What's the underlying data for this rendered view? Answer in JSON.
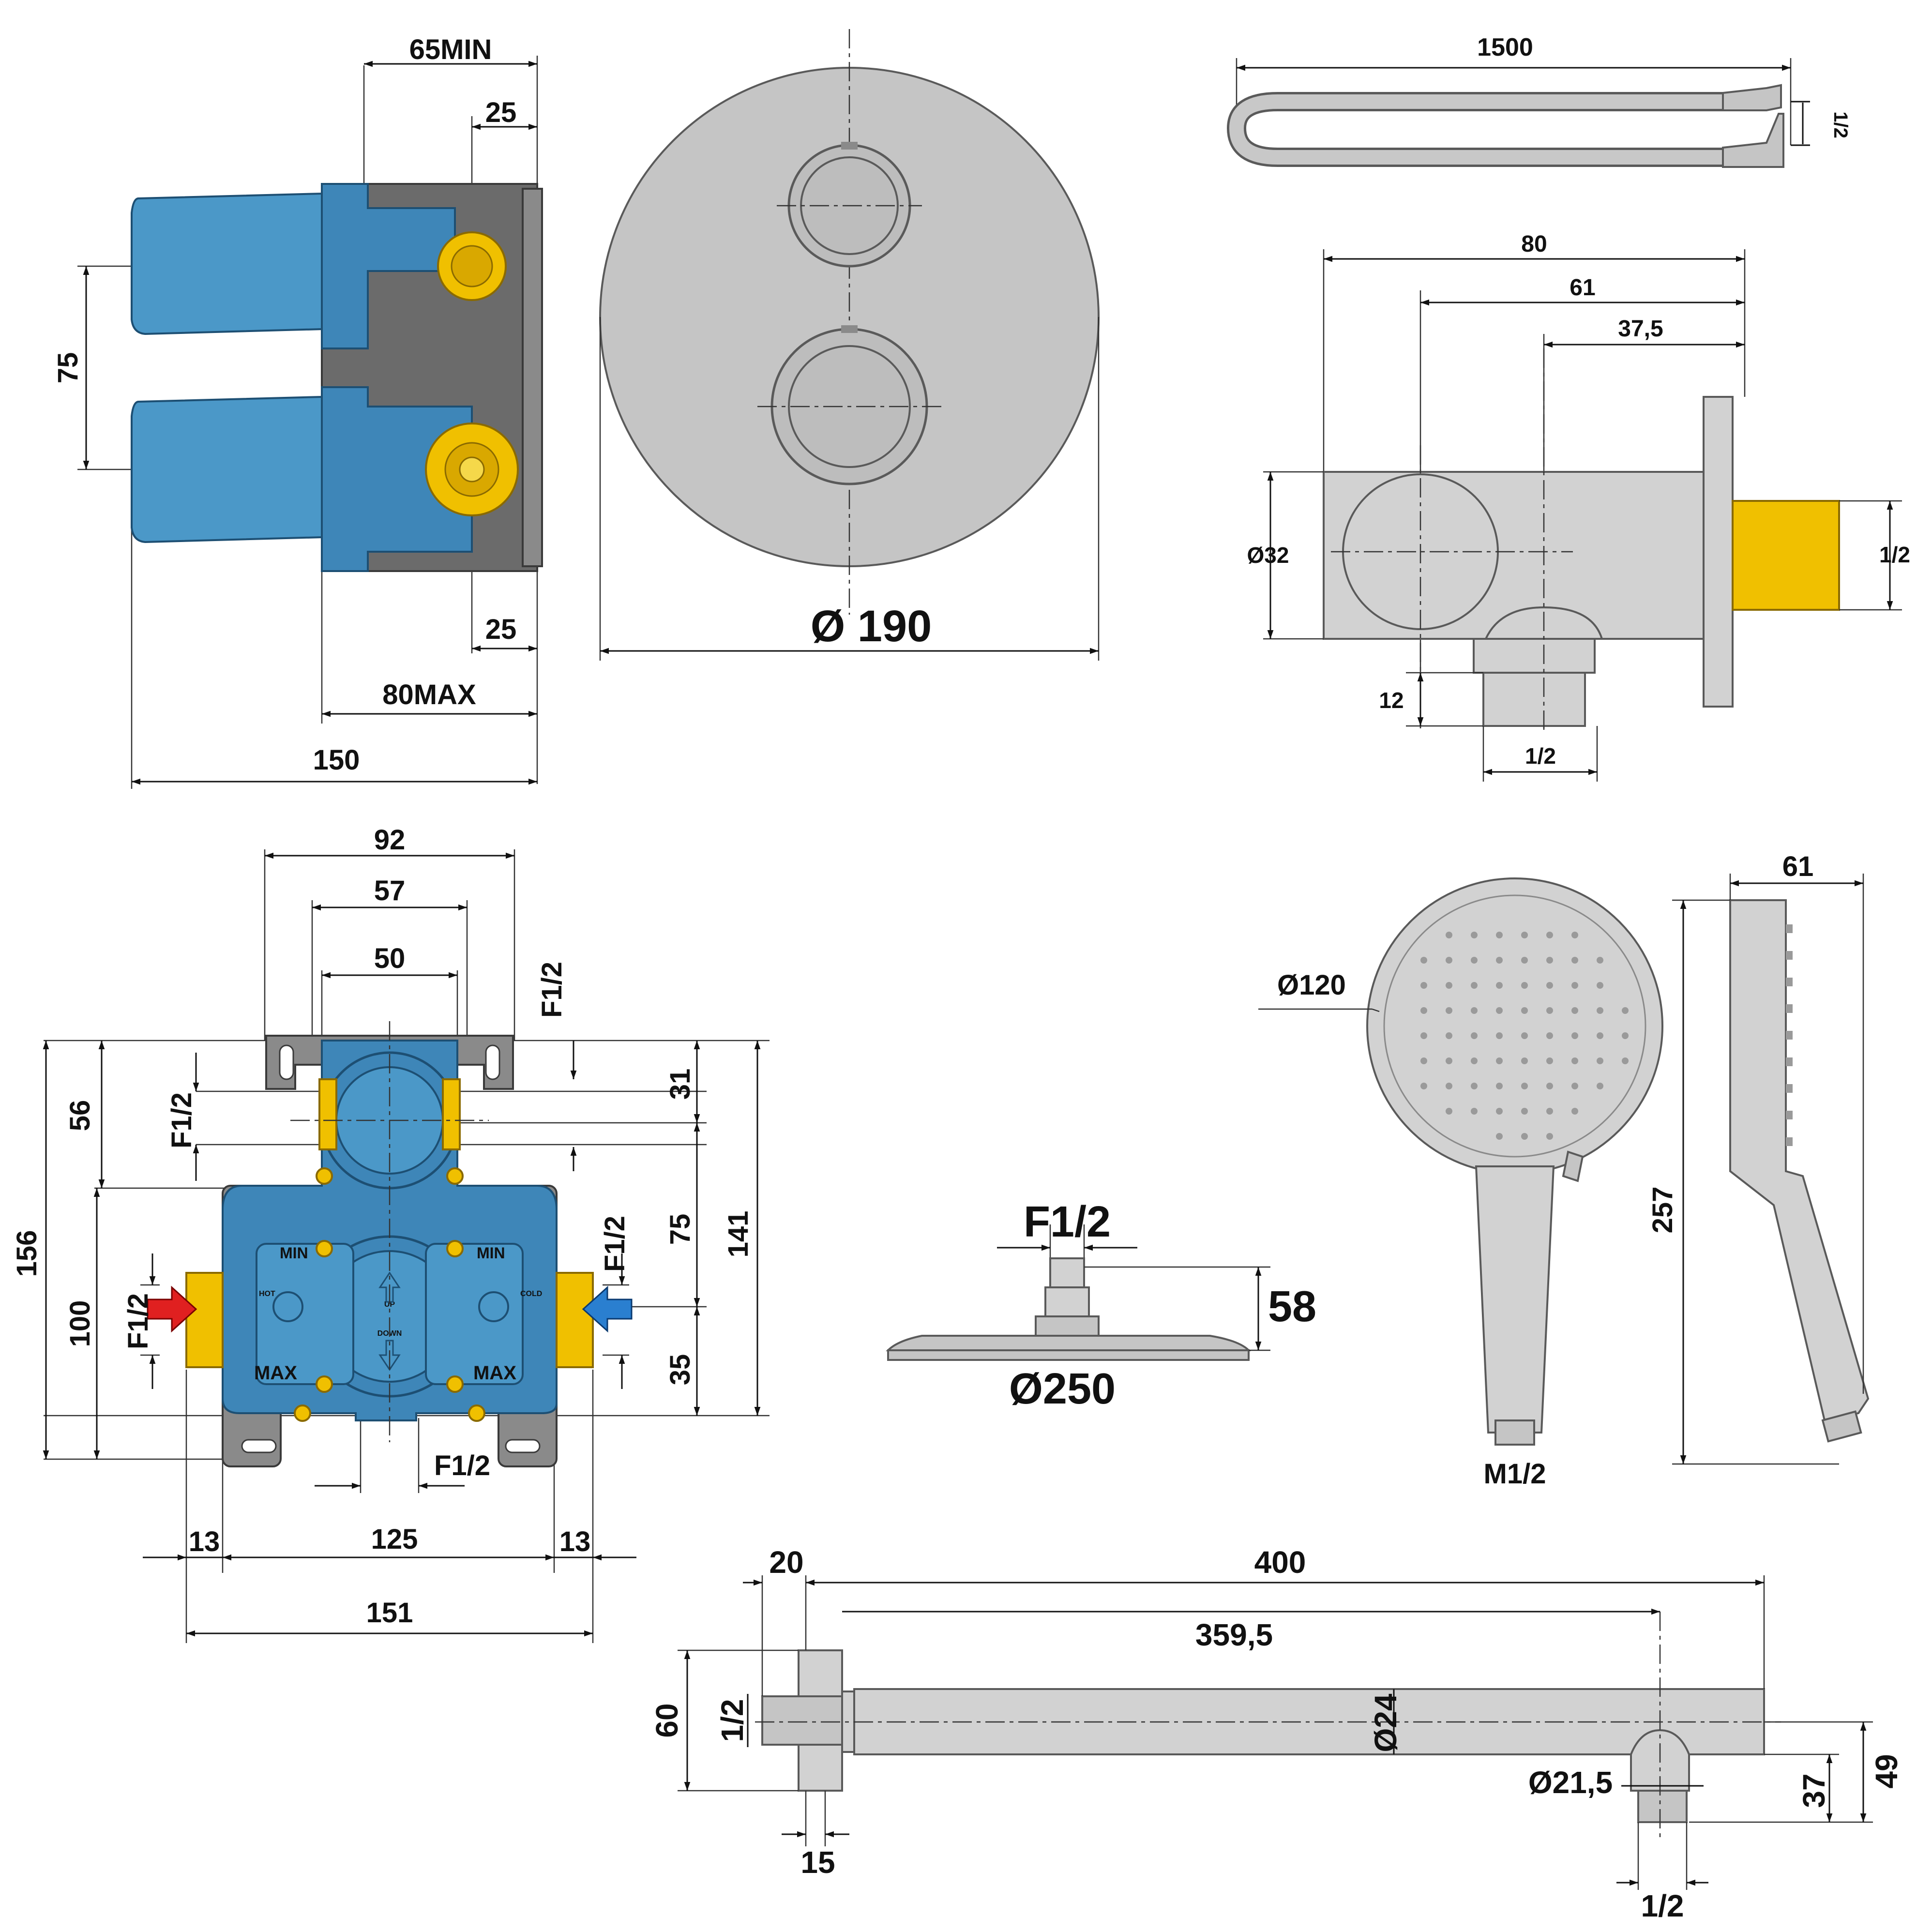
{
  "valve_side_view": {
    "dim_65min": "65MIN",
    "dim_25_top": "25",
    "dim_75": "75",
    "dim_25_bottom": "25",
    "dim_80max": "80MAX",
    "dim_150": "150"
  },
  "cover_plate": {
    "dim_diameter": "Ø 190"
  },
  "shower_hose": {
    "dim_length": "1500",
    "dim_thread": "1/2"
  },
  "wall_outlet": {
    "dim_80": "80",
    "dim_61": "61",
    "dim_37_5": "37,5",
    "dim_d32": "Ø32",
    "dim_half_right": "1/2",
    "dim_12": "12",
    "dim_half_bottom": "1/2"
  },
  "valve_front_view": {
    "dim_92": "92",
    "dim_57": "57",
    "dim_50": "50",
    "dim_f12_top_right": "F1/2",
    "dim_56": "56",
    "dim_f12_left_upper": "F1/2",
    "dim_31": "31",
    "dim_156": "156",
    "dim_100": "100",
    "dim_75": "75",
    "dim_141": "141",
    "dim_f12_right_inlet": "F1/2",
    "dim_f12_left_inlet": "F1/2",
    "dim_35": "35",
    "dim_f12_bottom": "F1/2",
    "dim_13_left": "13",
    "dim_125": "125",
    "dim_13_right": "13",
    "dim_151": "151",
    "label_min_left": "MIN",
    "label_min_right": "MIN",
    "label_max_left": "MAX",
    "label_max_right": "MAX",
    "label_hot": "HOT",
    "label_cold": "COLD",
    "label_up": "UP",
    "label_down": "DOWN"
  },
  "overhead_shower": {
    "dim_f12": "F1/2",
    "dim_58": "58",
    "dim_d250": "Ø250"
  },
  "hand_shower": {
    "dim_d120": "Ø120",
    "dim_thread": "M1/2",
    "dim_61": "61",
    "dim_257": "257"
  },
  "shower_arm": {
    "dim_20": "20",
    "dim_400": "400",
    "dim_359_5": "359,5",
    "dim_60": "60",
    "dim_half_left": "1/2",
    "dim_d24": "Ø24",
    "dim_d21_5": "Ø21,5",
    "dim_37": "37",
    "dim_49": "49",
    "dim_15": "15",
    "dim_half_bottom": "1/2"
  },
  "colors": {
    "valve_body": "#3e86b8",
    "brass_fitting": "#f0c000",
    "chrome": "#c5c5c5",
    "hot_arrow": "#e02020",
    "cold_arrow": "#2a7fd0"
  }
}
